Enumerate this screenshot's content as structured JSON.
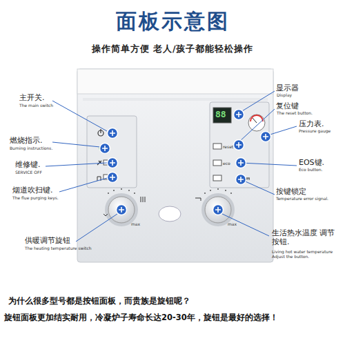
{
  "diagram": {
    "title": "面板示意图",
    "labels": [
      "操作简单方便 老人/孩子都能轻松操作",
      "主开关.",
      "The main switch",
      "燃烧指示.",
      "Burning instructions.",
      "维修键.",
      "SERVICE OFF",
      "烟道吹扫键.",
      "The flue purging keys.",
      "供暖调节旋钮",
      "The heating temperature switch",
      "显示器",
      "Display",
      "复位键",
      "The reset button.",
      "压力表.",
      "Pressure gauge",
      "EOS键.",
      "Eco button.",
      "按键锁定",
      "Temperature error signal.",
      "生活热水温度 调节按钮.",
      "Living hot water temperature Adjust the button.",
      "88",
      "reset",
      "eco",
      "max",
      "max",
      "为什么很多型号都是按钮面板，而贵族是旋钮呢？",
      "旋钮面板更加结实耐用，冷凝炉子寿命长达20-30年，旋钮是最好的选择！"
    ]
  }
}
